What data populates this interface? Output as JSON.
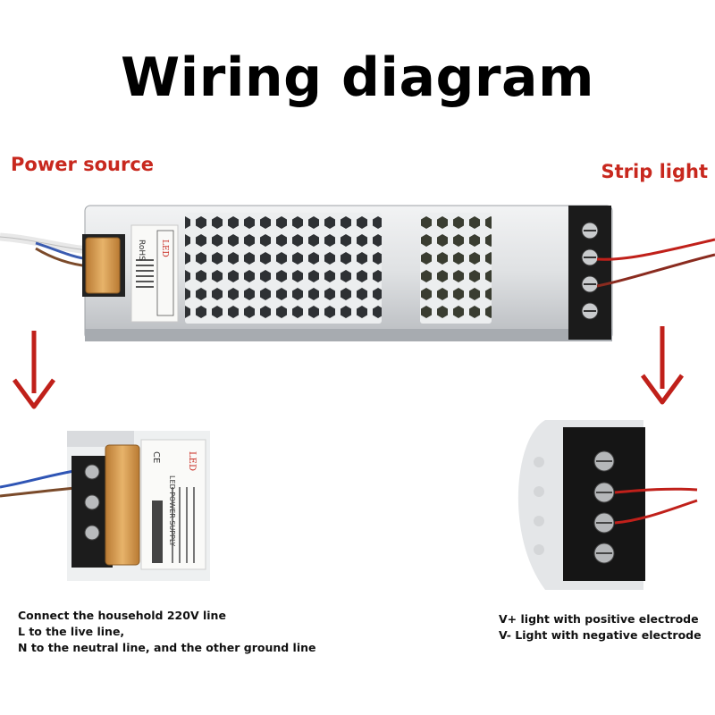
{
  "title": "Wiring diagram",
  "labels": {
    "power_source": "Power source",
    "strip_light": "Strip light"
  },
  "product_label": {
    "brand": "LED",
    "heading": "LED POWER SUPPLY",
    "rohs": "RoHS",
    "ce": "CE"
  },
  "notes": {
    "left": [
      "Connect the household 220V line",
      "L to the live line,",
      "N to the neutral line, and the other ground line"
    ],
    "right": [
      "V+ light with positive electrode",
      "V- Light with negative electrode"
    ]
  },
  "colors": {
    "accent_red": "#c8281e",
    "arrow_red": "#c0201a",
    "housing": "#d8dadd",
    "terminal": "#1a1a1a",
    "cover_orange": "#d99b4a"
  }
}
